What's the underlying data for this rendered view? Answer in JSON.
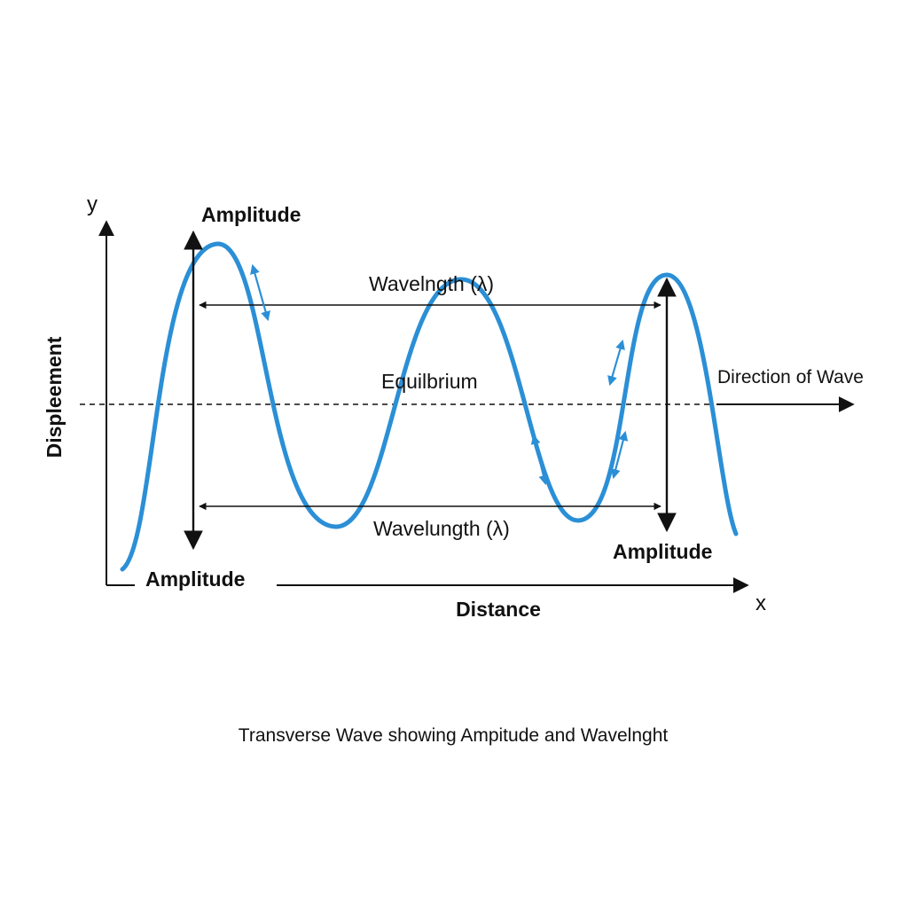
{
  "axes": {
    "y_letter": "y",
    "x_letter": "x",
    "y_label": "Displeement",
    "x_label": "Distance"
  },
  "labels": {
    "amplitude_top_left": "Amplitude",
    "amplitude_bottom_left": "Amplitude",
    "amplitude_bottom_right": "Amplitude",
    "wavelength_top": "Wavelngth (λ)",
    "wavelength_bottom": "Wavelungth (λ)",
    "equilibrium": "Equilbrium",
    "direction": "Direction of Wave"
  },
  "caption": "Transverse Wave showing Ampitude and Wavelnght",
  "colors": {
    "wave": "#2B8FD6",
    "ink": "#111111",
    "background": "#ffffff"
  }
}
